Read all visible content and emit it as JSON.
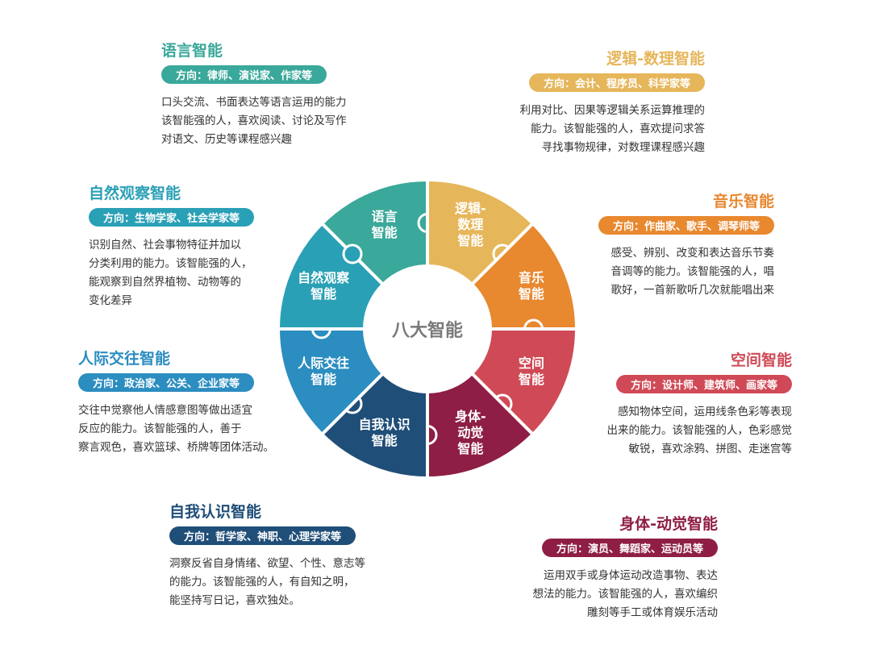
{
  "center_title": "八大智能",
  "segments": [
    {
      "key": "language",
      "ring_label": "语言\n智能",
      "title": "语言智能",
      "badge": "方向：律师、演说家、作家等",
      "desc": [
        "口头交流、书面表达等语言运用的能力",
        "该智能强的人，喜欢阅读、讨论及写作",
        "对语文、历史等课程感兴趣"
      ],
      "color": "#3aa89a"
    },
    {
      "key": "logic",
      "ring_label": "逻辑-\n数理\n智能",
      "title": "逻辑-数理智能",
      "badge": "方向：会计、程序员、科学家等",
      "desc": [
        "利用对比、因果等逻辑关系运算推理的",
        "能力。该智能强的人，喜欢提问求答",
        "寻找事物规律，对数理课程感兴趣"
      ],
      "color": "#e6b65a"
    },
    {
      "key": "music",
      "ring_label": "音乐\n智能",
      "title": "音乐智能",
      "badge": "方向：作曲家、歌手、调琴师等",
      "desc": [
        "感受、辨别、改变和表达音乐节奏",
        "音调等的能力。该智能强的人，唱",
        "歌好，一首新歌听几次就能唱出来"
      ],
      "color": "#e8882f"
    },
    {
      "key": "spatial",
      "ring_label": "空间\n智能",
      "title": "空间智能",
      "badge": "方向：设计师、建筑师、画家等",
      "desc": [
        "感知物体空间，运用线条色彩等表现",
        "出来的能力。该智能强的人，色彩感觉",
        "敏锐，喜欢涂鸦、拼图、走迷宫等"
      ],
      "color": "#cf4a56"
    },
    {
      "key": "bodily",
      "ring_label": "身体-\n动觉\n智能",
      "title": "身体-动觉智能",
      "badge": "方向：演员、舞蹈家、运动员等",
      "desc": [
        "运用双手或身体运动改造事物、表达",
        "想法的能力。该智能强的人，喜欢编织",
        "雕刻等手工或体育娱乐活动"
      ],
      "color": "#8e1e45"
    },
    {
      "key": "intrapersonal",
      "ring_label": "自我认识\n智能",
      "title": "自我认识智能",
      "badge": "方向：哲学家、神职、心理学家等",
      "desc": [
        "洞察反省自身情绪、欲望、个性、意志等",
        "的能力。该智能强的人，有自知之明，",
        "能坚持写日记，喜欢独处。"
      ],
      "color": "#1f4e78"
    },
    {
      "key": "interpersonal",
      "ring_label": "人际交往\n智能",
      "title": "人际交往智能",
      "badge": "方向：政治家、公关、企业家等",
      "desc": [
        "交往中觉察他人情感意图等做出适宜",
        "反应的能力。该智能强的人，善于",
        "察言观色，喜欢篮球、桥牌等团体活动。"
      ],
      "color": "#2b8dc0"
    },
    {
      "key": "naturalist",
      "ring_label": "自然观察\n智能",
      "title": "自然观察智能",
      "badge": "方向：生物学家、社会学家等",
      "desc": [
        "识别自然、社会事物特征并加以",
        "分类利用的能力。该智能强的人，",
        "能观察到自然界植物、动物等的",
        "变化差异"
      ],
      "color": "#2aa0b6"
    }
  ]
}
